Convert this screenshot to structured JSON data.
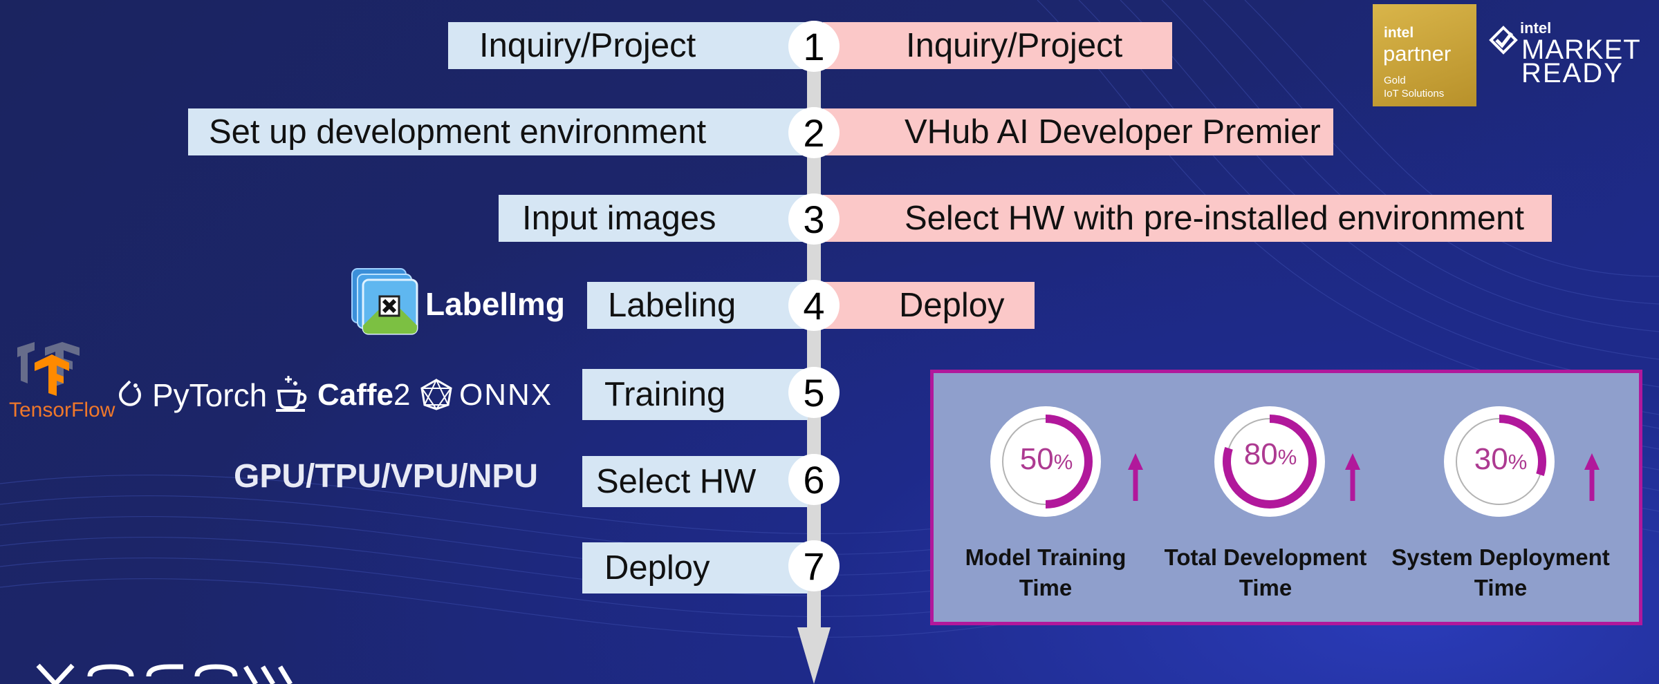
{
  "left_steps": [
    {
      "label": "Inquiry/Project"
    },
    {
      "label": "Set up development environment"
    },
    {
      "label": "Input images"
    },
    {
      "label": "Labeling"
    },
    {
      "label": "Training"
    },
    {
      "label": "Select HW"
    },
    {
      "label": "Deploy"
    }
  ],
  "step_numbers": [
    "1",
    "2",
    "3",
    "4",
    "5",
    "6",
    "7"
  ],
  "right_steps": [
    {
      "label": "Inquiry/Project"
    },
    {
      "label": "VHub AI Developer Premier"
    },
    {
      "label": "Select HW with pre-installed environment"
    },
    {
      "label": "Deploy"
    }
  ],
  "tools": {
    "labelimg": "LabelImg",
    "tensorflow": "TensorFlow",
    "pytorch": "PyTorch",
    "caffe2_a": "Caffe",
    "caffe2_b": "2",
    "onnx": "ONNX",
    "hardware": "GPU/TPU/VPU/NPU"
  },
  "metrics": [
    {
      "value": 50,
      "value_text": "50",
      "unit": "%",
      "label_line1": "Model Training",
      "label_line2": "Time",
      "direction": "up-arrow"
    },
    {
      "value": 80,
      "value_text": "80",
      "unit": "%",
      "label_line1": "Total Development",
      "label_line2": "Time",
      "direction": "up-arrow"
    },
    {
      "value": 30,
      "value_text": "30",
      "unit": "%",
      "label_line1": "System Deployment",
      "label_line2": "Time",
      "direction": "up-arrow"
    }
  ],
  "badges": {
    "intel_partner_brand": "intel",
    "intel_partner_word": "partner",
    "intel_partner_tier": "Gold",
    "intel_partner_sub": "IoT Solutions",
    "market_ready_brand": "intel",
    "market_ready_line1": "MARKET",
    "market_ready_line2": "READY"
  },
  "colors": {
    "left_box": "#d6e6f4",
    "right_box": "#fbc8c8",
    "accent_magenta": "#b1189b",
    "panel": "#8f9fcc",
    "gold": "#c9a435"
  }
}
